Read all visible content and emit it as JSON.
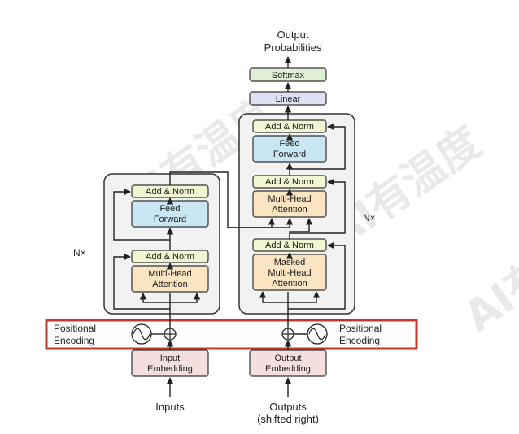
{
  "watermark": "AI有温度",
  "watermark_partial": "AI有",
  "outputs": {
    "probabilities_line1": "Output",
    "probabilities_line2": "Probabilities"
  },
  "blocks": {
    "softmax": "Softmax",
    "linear": "Linear",
    "add_norm": "Add & Norm",
    "feed_forward_line1": "Feed",
    "feed_forward_line2": "Forward",
    "multi_head_line1": "Multi-Head",
    "multi_head_line2": "Attention",
    "masked_line1": "Masked",
    "masked_line2": "Multi-Head",
    "masked_line3": "Attention",
    "input_embedding_line1": "Input",
    "input_embedding_line2": "Embedding",
    "output_embedding_line1": "Output",
    "output_embedding_line2": "Embedding"
  },
  "stacks": {
    "encoder_repeat": "N×",
    "decoder_repeat": "N×"
  },
  "positional": {
    "left_line1": "Positional",
    "left_line2": "Encoding",
    "right_line1": "Positional",
    "right_line2": "Encoding"
  },
  "inputs": {
    "inputs_label": "Inputs",
    "outputs_line1": "Outputs",
    "outputs_line2": "(shifted right)"
  },
  "colors": {
    "add_norm": "#f3f6d2",
    "feed_forward": "#c9e6f3",
    "attention": "#fbe4c2",
    "embedding": "#f5dede",
    "softmax": "#dff0d6",
    "linear": "#dfe0f3",
    "stack_bg": "#f2f2f2",
    "highlight": "#c0392b"
  }
}
